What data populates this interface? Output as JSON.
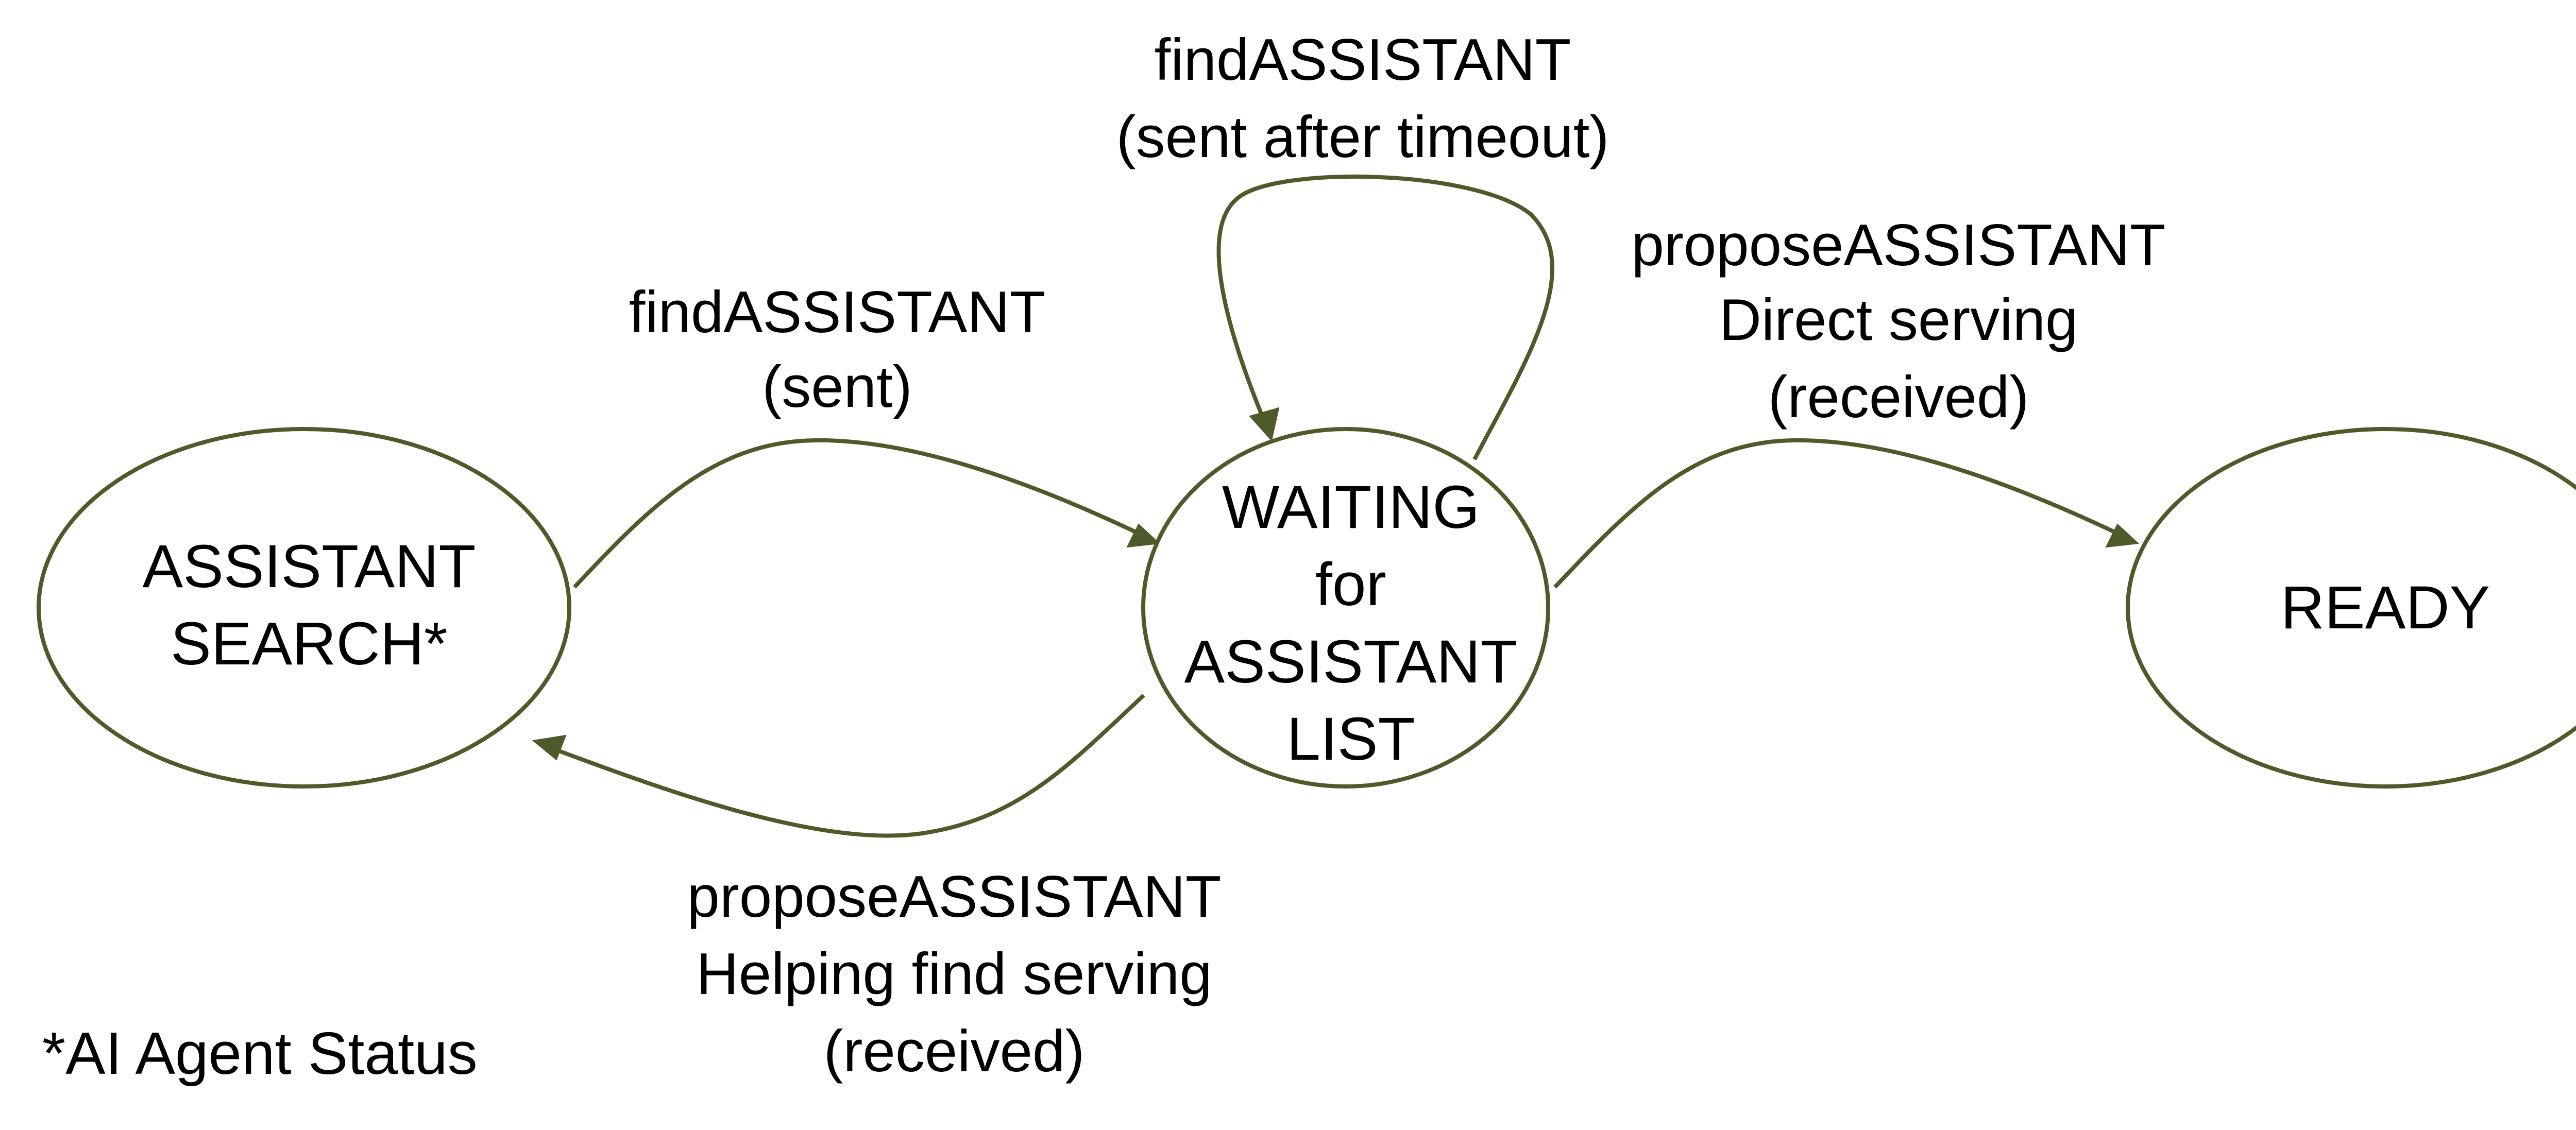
{
  "diagram": {
    "colors": {
      "stroke": "#4f5a2a",
      "text": "#000000",
      "background": "#ffffff"
    },
    "states": {
      "search": {
        "lines": [
          "ASSISTANT",
          "SEARCH*"
        ]
      },
      "waiting": {
        "lines": [
          "WAITING",
          "for",
          "ASSISTANT",
          "LIST"
        ]
      },
      "ready": {
        "lines": [
          "READY"
        ]
      }
    },
    "edges": {
      "search_to_waiting": {
        "lines": [
          "findASSISTANT",
          "(sent)"
        ]
      },
      "waiting_self": {
        "lines": [
          "findASSISTANT",
          "(sent after timeout)"
        ]
      },
      "waiting_to_ready": {
        "lines": [
          "proposeASSISTANT",
          "Direct serving",
          "(received)"
        ]
      },
      "waiting_to_search": {
        "lines": [
          "proposeASSISTANT",
          "Helping find serving",
          "(received)"
        ]
      }
    },
    "footnote": "*AI Agent Status"
  }
}
